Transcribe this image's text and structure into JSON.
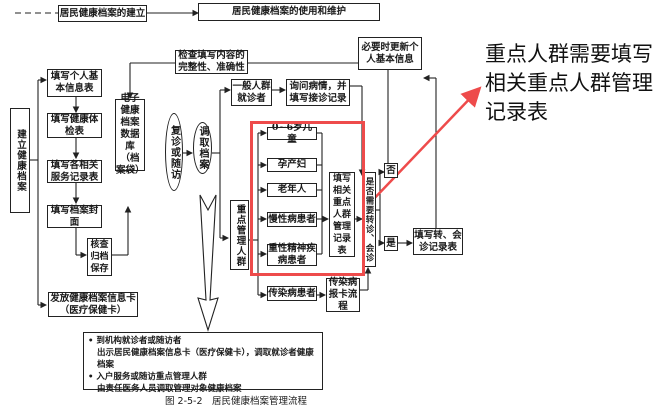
{
  "header": {
    "stage1": "居民健康档案的建立",
    "stage2": "居民健康档案的使用和维护"
  },
  "left_flow": {
    "establish": "建立健康档案",
    "step1": "填写个人基本信息表",
    "step2": "填写健康体检表",
    "step3": "填写各相关服务记录表",
    "step4": "填写档案封面",
    "step5": "核查归档保存",
    "card": "发放健康档案信息卡（医疗保健卡）"
  },
  "database": "电子健康档案数据库（档案袋）",
  "check": "检查填写内容的完整性、准确性",
  "revisit": "复诊或随访",
  "retrieve": "调取档案",
  "general": "一般人群就诊者",
  "inquire": "询问病情，并填写接诊记录",
  "update": "必要时更新个人基本信息",
  "key_group": "重点管理人群",
  "key_groups": [
    "0~6岁儿童",
    "孕产妇",
    "老年人",
    "慢性病患者",
    "重性精神疾病患者"
  ],
  "fill_key": "填写相关重点人群管理记录表",
  "infectious": "传染病患者",
  "infectious_report": "传染病报卡流程",
  "referral_question": "是否需要转诊、会诊",
  "no_label": "否",
  "yes_label": "是",
  "referral_form": "填写转、会诊记录表",
  "notes": [
    {
      "title": "到机构就诊者或随访者",
      "detail": "出示居民健康档案信息卡（医疗保健卡），调取就诊者健康档案"
    },
    {
      "title": "入户服务或随访重点管理人群",
      "detail": "由责任医务人员调取管理对象健康档案"
    }
  ],
  "caption": "图 2-5-2　居民健康档案管理流程",
  "annotation": "重点人群需要填写相关重点人群管理记录表",
  "colors": {
    "highlight": "#ee4b4b",
    "line": "#222222"
  }
}
